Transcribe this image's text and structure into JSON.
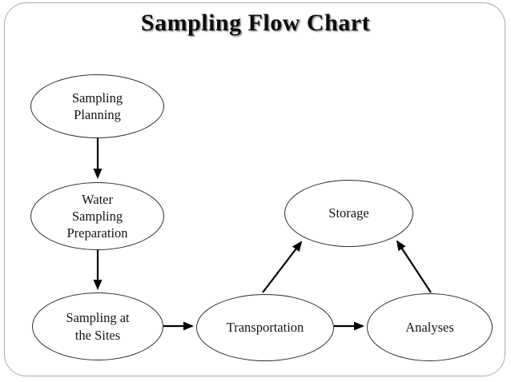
{
  "slide": {
    "title": "Sampling Flow Chart",
    "background_color": "#ffffff",
    "border_color": "#a9a9a9",
    "title_color": "#0d0d0d"
  },
  "diagram": {
    "type": "flowchart",
    "shape": "ellipse",
    "node_fill": "#ffffff",
    "node_stroke": "#2b2b2b",
    "arrow_color": "#000000",
    "nodes": [
      {
        "id": "sampling-planning",
        "label": "Sampling\nPlanning"
      },
      {
        "id": "water-sampling-preparation",
        "label": "Water\nSampling\nPreparation"
      },
      {
        "id": "sampling-at-the-sites",
        "label": "Sampling at\nthe Sites"
      },
      {
        "id": "transportation",
        "label": "Transportation"
      },
      {
        "id": "storage",
        "label": "Storage"
      },
      {
        "id": "analyses",
        "label": "Analyses"
      }
    ],
    "edges": [
      {
        "from": "sampling-planning",
        "to": "water-sampling-preparation",
        "direction": "down"
      },
      {
        "from": "water-sampling-preparation",
        "to": "sampling-at-the-sites",
        "direction": "down"
      },
      {
        "from": "sampling-at-the-sites",
        "to": "transportation",
        "direction": "right"
      },
      {
        "from": "transportation",
        "to": "analyses",
        "direction": "right"
      },
      {
        "from": "transportation",
        "to": "storage",
        "direction": "up-right"
      },
      {
        "from": "analyses",
        "to": "storage",
        "direction": "up-left"
      }
    ]
  }
}
